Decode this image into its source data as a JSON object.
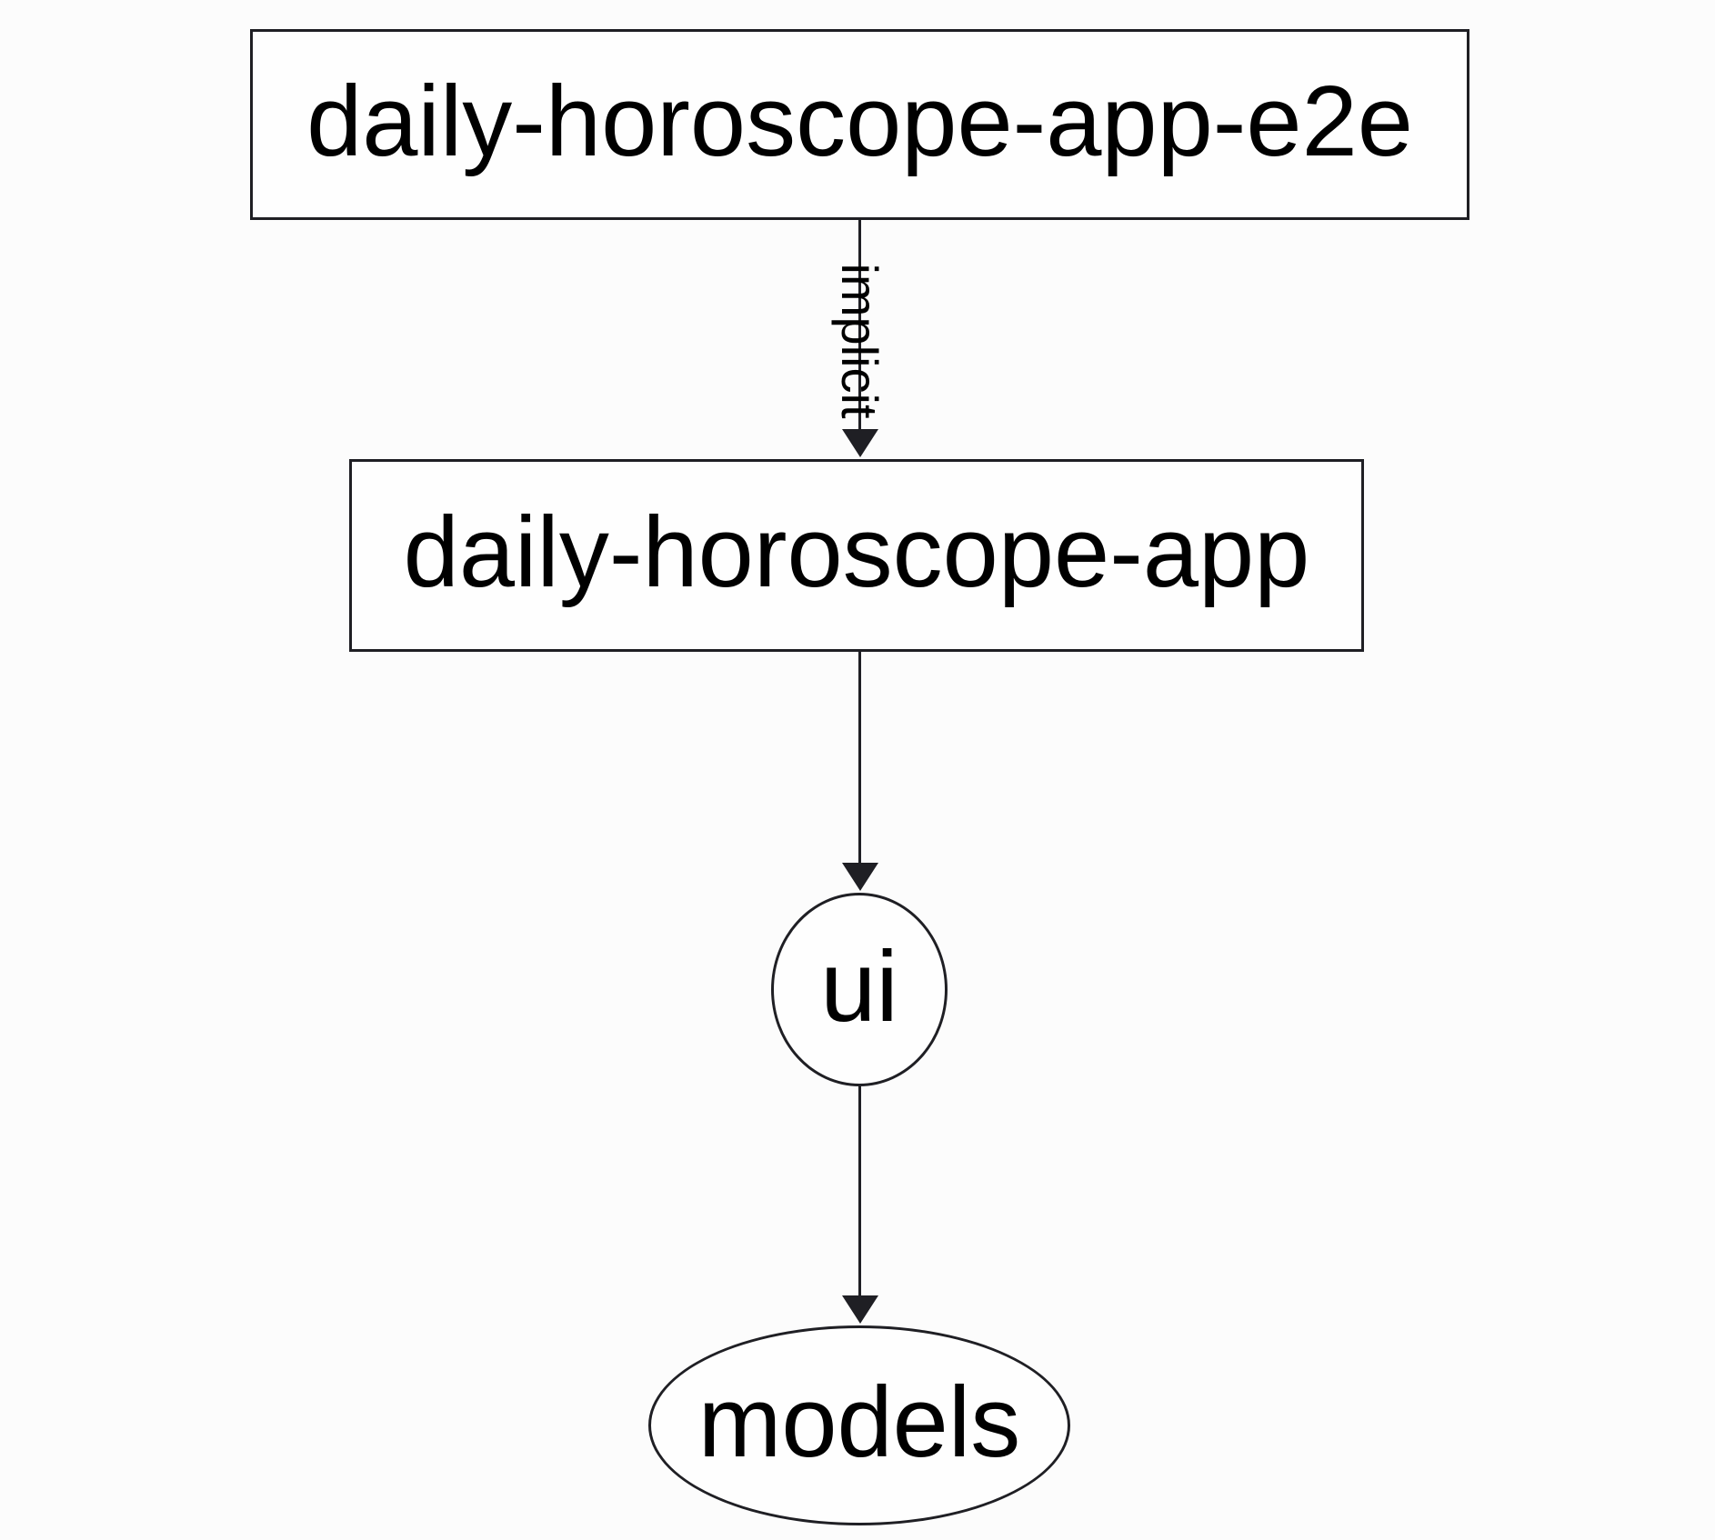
{
  "diagram": {
    "type": "dependency-graph",
    "nodes": [
      {
        "id": "daily-horoscope-app-e2e",
        "label": "daily-horoscope-app-e2e",
        "shape": "rectangle"
      },
      {
        "id": "daily-horoscope-app",
        "label": "daily-horoscope-app",
        "shape": "rectangle"
      },
      {
        "id": "ui",
        "label": "ui",
        "shape": "ellipse"
      },
      {
        "id": "models",
        "label": "models",
        "shape": "ellipse"
      }
    ],
    "edges": [
      {
        "from": "daily-horoscope-app-e2e",
        "to": "daily-horoscope-app",
        "label": "implicit",
        "style": "solid-arrow"
      },
      {
        "from": "daily-horoscope-app",
        "to": "ui",
        "label": "",
        "style": "solid-arrow"
      },
      {
        "from": "ui",
        "to": "models",
        "label": "",
        "style": "solid-arrow"
      }
    ],
    "colors": {
      "stroke": "#1f1f24",
      "text": "#000000",
      "background": "#fcfcfc",
      "node_fill": "#fefefe"
    }
  }
}
